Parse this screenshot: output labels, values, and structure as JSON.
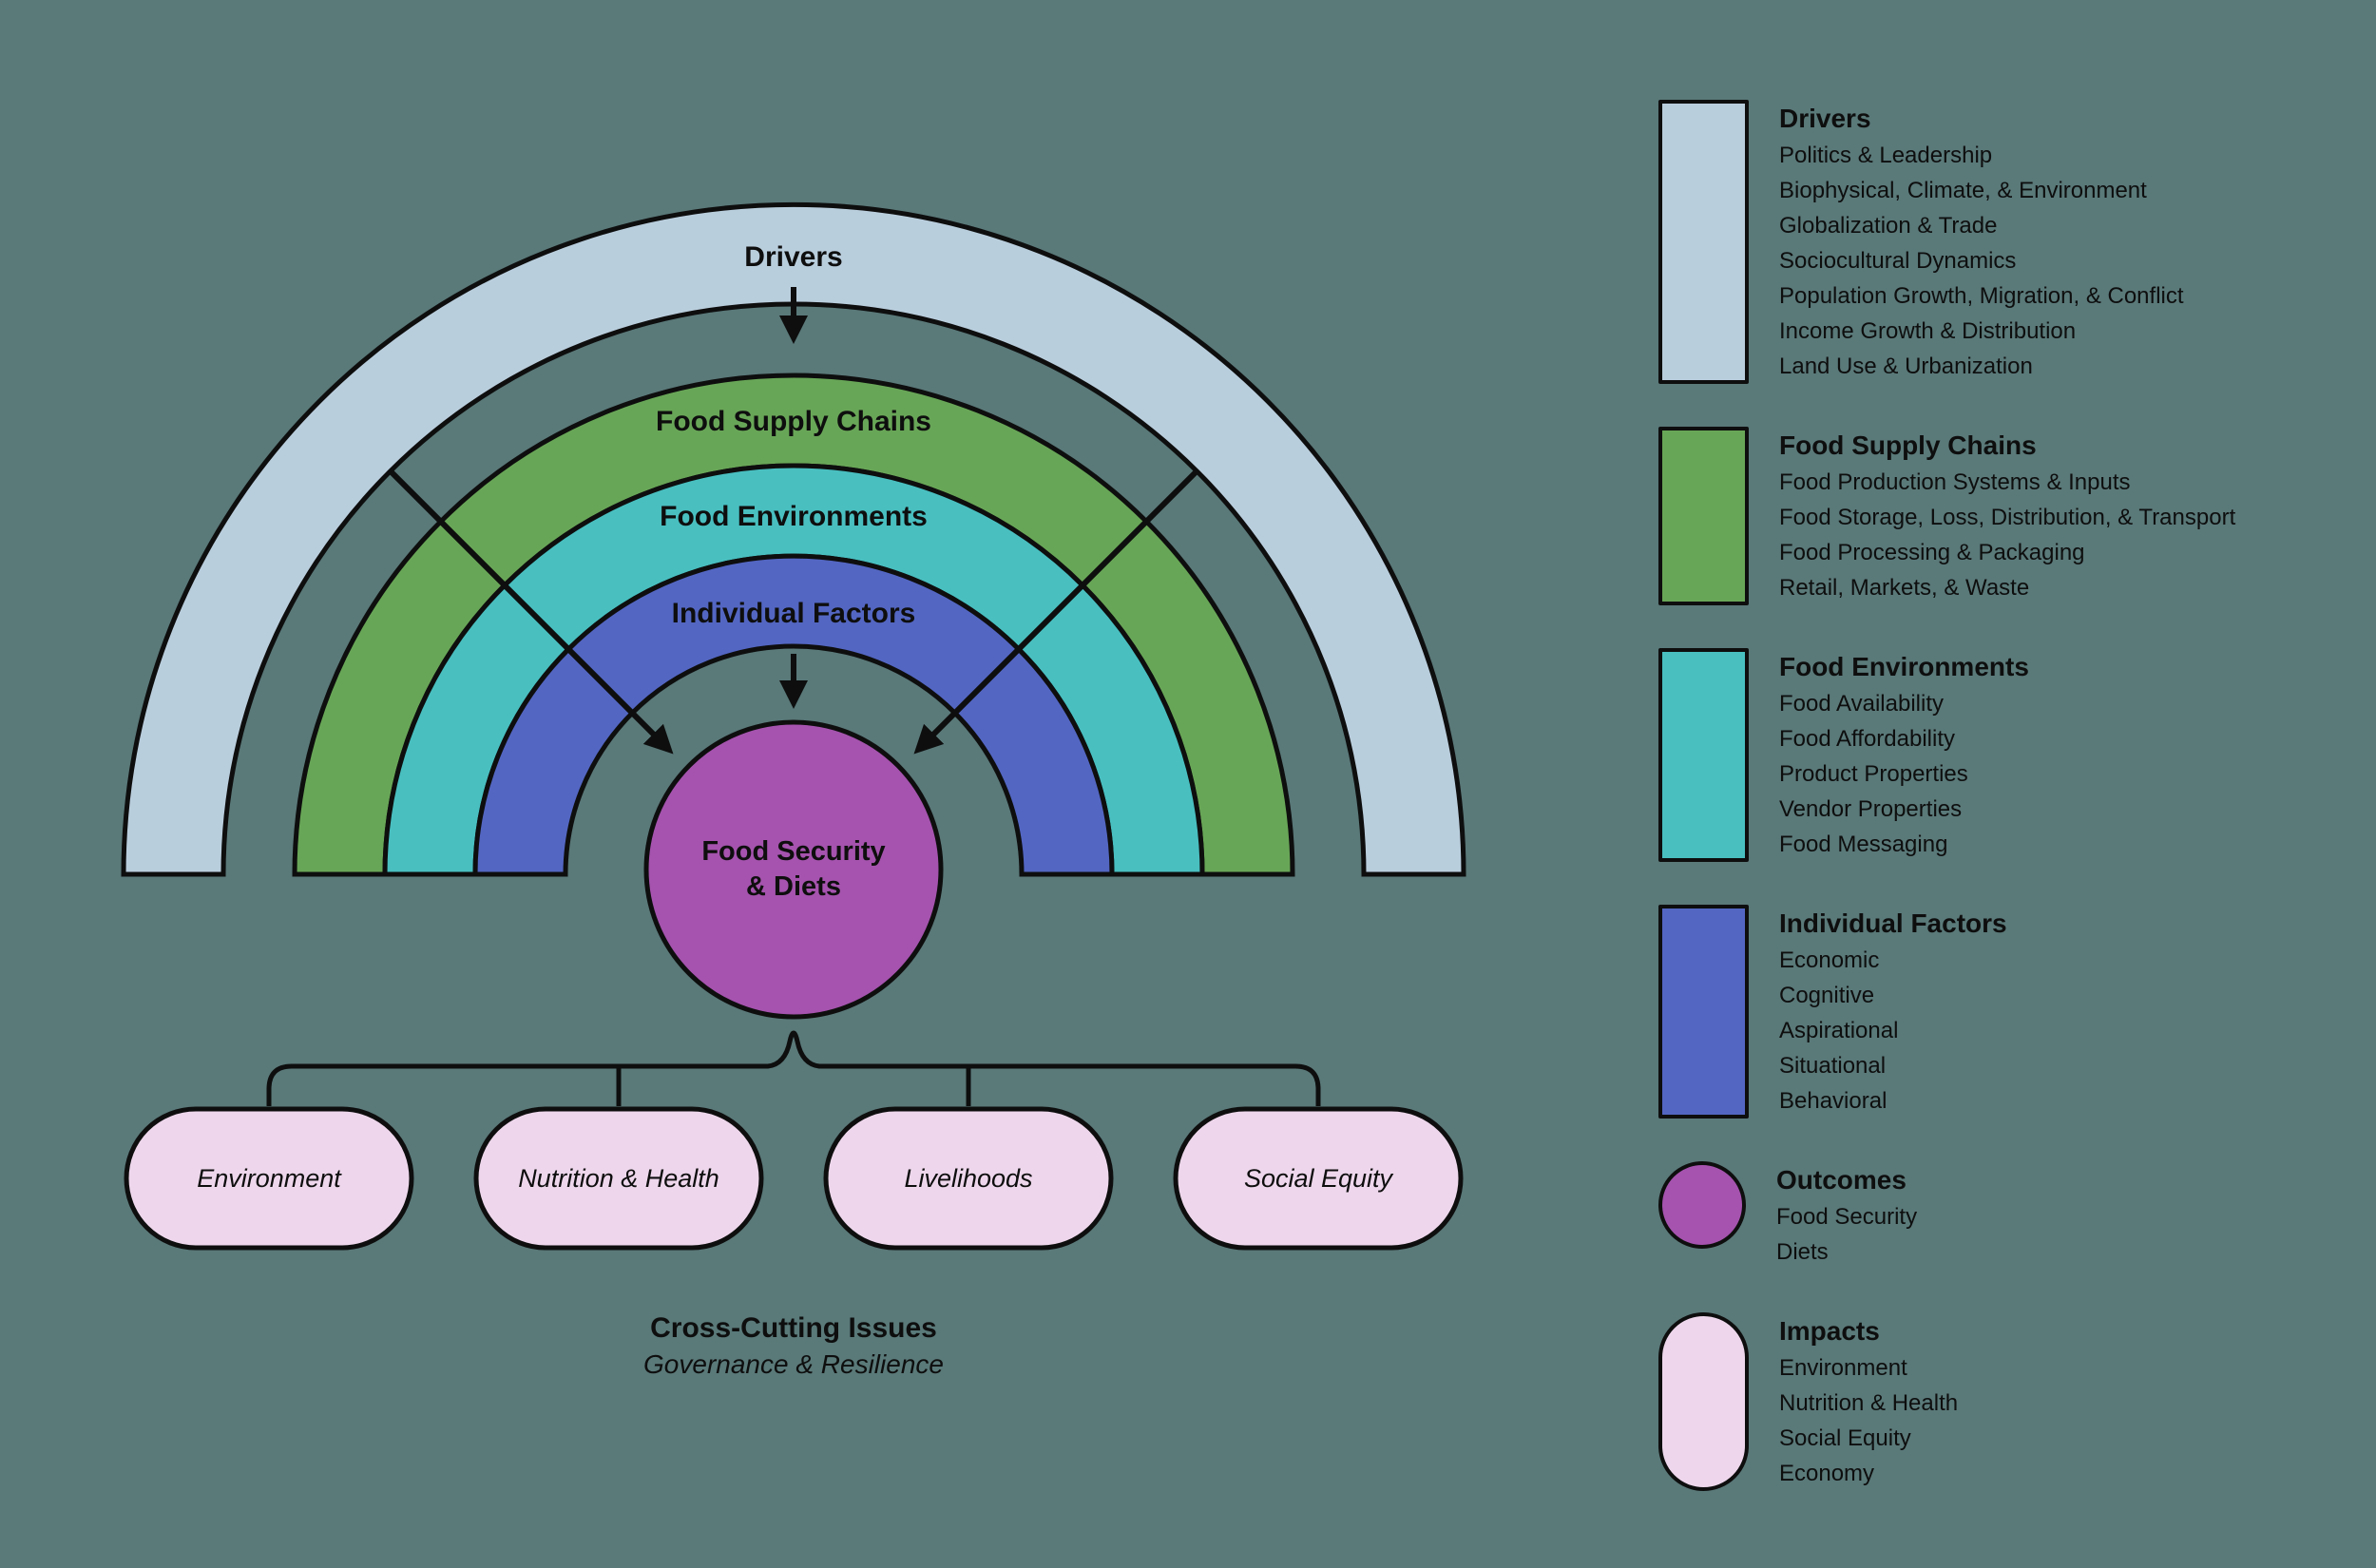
{
  "colors": {
    "background": "#5a7979",
    "outline": "#0e0e0e",
    "text": "#0e0e0e"
  },
  "diagram": {
    "rings": [
      {
        "label": "Drivers",
        "color": "#b9cedd"
      },
      {
        "label": "Food Supply Chains",
        "color": "#68a657"
      },
      {
        "label": "Food Environments",
        "color": "#49bfc0"
      },
      {
        "label": "Individual Factors",
        "color": "#5366c2"
      }
    ],
    "center": {
      "line1": "Food Security",
      "line2": "& Diets",
      "color": "#a553ae"
    },
    "pill_color": "#eed7ec",
    "pills": [
      {
        "label": "Environment"
      },
      {
        "label": "Nutrition & Health"
      },
      {
        "label": "Livelihoods"
      },
      {
        "label": "Social Equity"
      }
    ],
    "caption": {
      "title": "Cross-Cutting Issues",
      "subtitle": "Governance & Resilience"
    }
  },
  "legend": {
    "sections": [
      {
        "title": "Drivers",
        "color": "#b9cedd",
        "shape": "rect",
        "items": [
          "Politics & Leadership",
          "Biophysical, Climate, & Environment",
          "Globalization & Trade",
          "Sociocultural Dynamics",
          "Population Growth, Migration, & Conflict",
          "Income Growth & Distribution",
          "Land Use & Urbanization"
        ]
      },
      {
        "title": "Food Supply Chains",
        "color": "#68a657",
        "shape": "rect",
        "items": [
          "Food Production Systems & Inputs",
          "Food Storage, Loss, Distribution, & Transport",
          "Food Processing & Packaging",
          "Retail, Markets, & Waste"
        ]
      },
      {
        "title": "Food Environments",
        "color": "#49bfc0",
        "shape": "rect",
        "items": [
          "Food Availability",
          "Food Affordability",
          "Product Properties",
          "Vendor Properties",
          "Food Messaging"
        ]
      },
      {
        "title": "Individual Factors",
        "color": "#5366c2",
        "shape": "rect",
        "items": [
          "Economic",
          "Cognitive",
          "Aspirational",
          "Situational",
          "Behavioral"
        ]
      },
      {
        "title": "Outcomes",
        "color": "#a553ae",
        "shape": "circle",
        "items": [
          "Food Security",
          "Diets"
        ]
      },
      {
        "title": "Impacts",
        "color": "#eed7ec",
        "shape": "stadium",
        "items": [
          "Environment",
          "Nutrition & Health",
          "Social Equity",
          "Economy"
        ]
      }
    ]
  }
}
